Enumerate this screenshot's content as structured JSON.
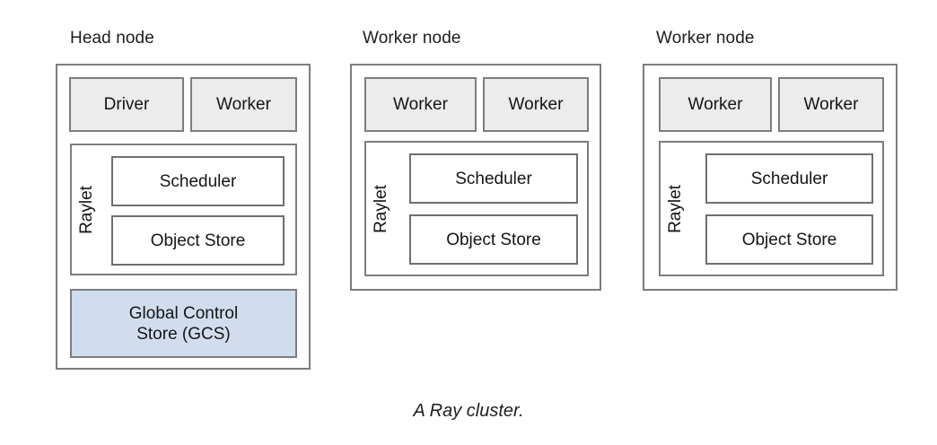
{
  "figure": {
    "caption": "A Ray cluster.",
    "colors": {
      "process_fill": "#ececec",
      "gcs_fill": "#d1ddee",
      "box_stroke": "#7d7d7d",
      "background": "#ffffff",
      "text": "#151515"
    }
  },
  "nodes": [
    {
      "id": "head-node",
      "title": "Head node",
      "processes": [
        {
          "label": "Driver",
          "style": "process"
        },
        {
          "label": "Worker",
          "style": "process"
        }
      ],
      "raylet": {
        "label": "Raylet",
        "components": [
          {
            "label": "Scheduler"
          },
          {
            "label": "Object Store"
          }
        ]
      },
      "extra": [
        {
          "label": "Global Control\nStore (GCS)",
          "line1": "Global Control",
          "line2": "Store (GCS)",
          "style": "gcs"
        }
      ]
    },
    {
      "id": "worker-node-1",
      "title": "Worker node",
      "processes": [
        {
          "label": "Worker",
          "style": "process"
        },
        {
          "label": "Worker",
          "style": "process"
        }
      ],
      "raylet": {
        "label": "Raylet",
        "components": [
          {
            "label": "Scheduler"
          },
          {
            "label": "Object Store"
          }
        ]
      },
      "extra": []
    },
    {
      "id": "worker-node-2",
      "title": "Worker node",
      "processes": [
        {
          "label": "Worker",
          "style": "process"
        },
        {
          "label": "Worker",
          "style": "process"
        }
      ],
      "raylet": {
        "label": "Raylet",
        "components": [
          {
            "label": "Scheduler"
          },
          {
            "label": "Object Store"
          }
        ]
      },
      "extra": []
    }
  ]
}
